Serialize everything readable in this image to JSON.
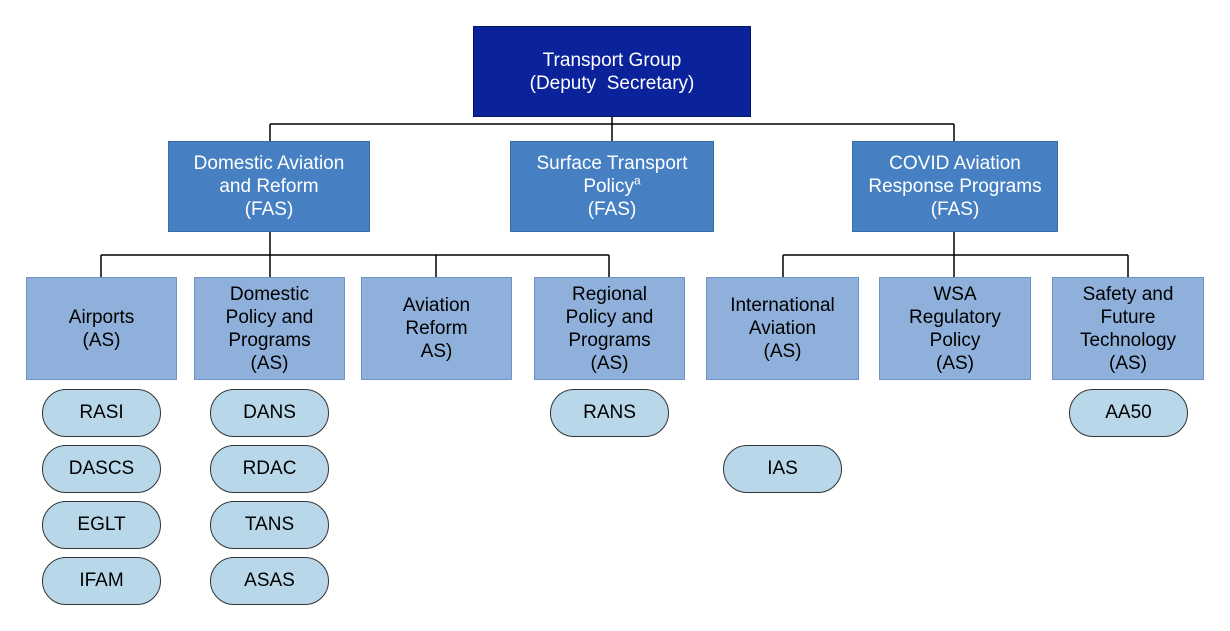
{
  "top": {
    "title": "Transport Group",
    "subtitle": "(Deputy  Secretary)"
  },
  "divisions": {
    "domestic": {
      "line1": "Domestic Aviation",
      "line2": "and Reform",
      "level": "(FAS)"
    },
    "surface": {
      "line1": "Surface Transport",
      "line2": "Policy",
      "footnote": "a",
      "level": "(FAS)"
    },
    "covid": {
      "line1": "COVID Aviation",
      "line2": "Response Programs",
      "level": "(FAS)"
    }
  },
  "branches": {
    "airports": {
      "lines": [
        "Airports",
        "(AS)"
      ]
    },
    "domestic_policy": {
      "lines": [
        "Domestic",
        "Policy and",
        "Programs",
        "(AS)"
      ]
    },
    "aviation_reform": {
      "lines": [
        "Aviation",
        "Reform",
        "AS)"
      ]
    },
    "regional_policy": {
      "lines": [
        "Regional",
        "Policy and",
        "Programs",
        "(AS)"
      ]
    },
    "international": {
      "lines": [
        "International",
        "Aviation",
        "(AS)"
      ]
    },
    "wsa": {
      "lines": [
        "WSA",
        "Regulatory",
        "Policy",
        "(AS)"
      ]
    },
    "safety": {
      "lines": [
        "Safety and",
        "Future",
        "Technology",
        "(AS)"
      ]
    }
  },
  "programs": {
    "airports": [
      "RASI",
      "DASCS",
      "EGLT",
      "IFAM"
    ],
    "domestic_policy": [
      "DANS",
      "RDAC",
      "TANS",
      "ASAS"
    ],
    "regional_policy": [
      "RANS"
    ],
    "international": [
      "IAS"
    ],
    "safety": [
      "AA50"
    ]
  },
  "colors": {
    "top_fill": "#0a239b",
    "division_fill": "#4680c3",
    "branch_fill": "#8fb0da",
    "program_fill": "#b8d8ea"
  }
}
